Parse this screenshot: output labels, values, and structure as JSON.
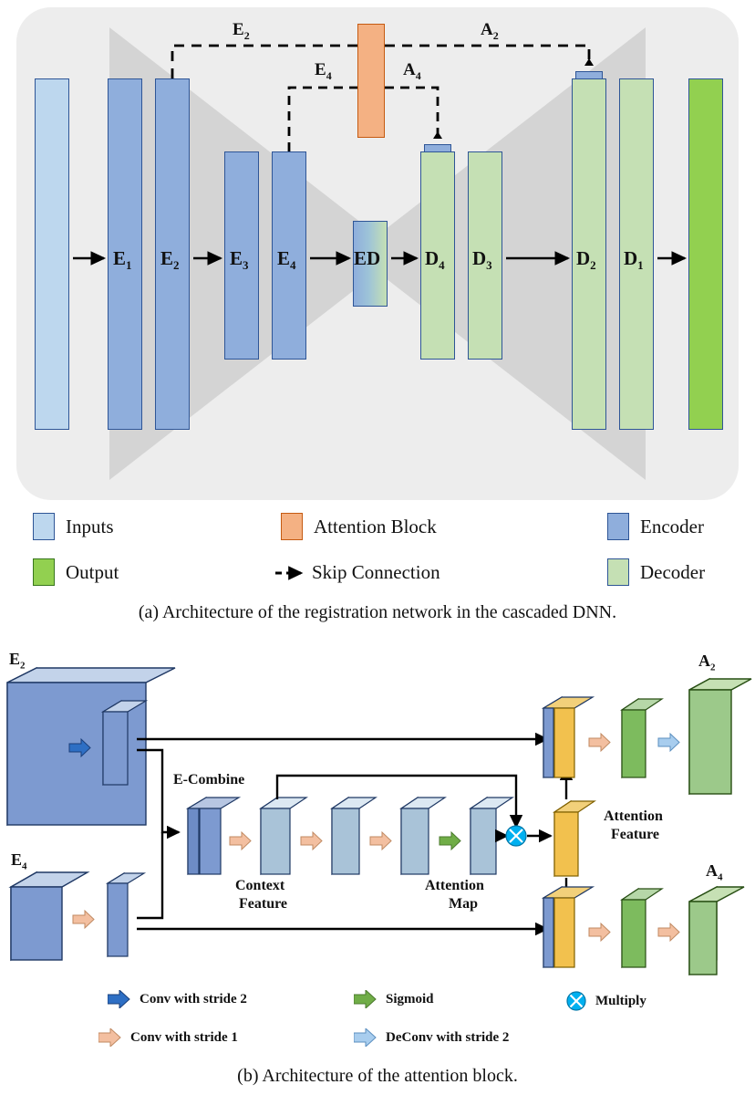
{
  "figure": {
    "panel_a": {
      "caption": "(a) Architecture of the registration network in the cascaded DNN.",
      "blocks": [
        {
          "id": "input",
          "label": "",
          "kind": "Inputs"
        },
        {
          "id": "e1",
          "label": "E",
          "sub": "1",
          "kind": "Encoder"
        },
        {
          "id": "e2",
          "label": "E",
          "sub": "2",
          "kind": "Encoder"
        },
        {
          "id": "e3",
          "label": "E",
          "sub": "3",
          "kind": "Encoder"
        },
        {
          "id": "e4",
          "label": "E",
          "sub": "4",
          "kind": "Encoder"
        },
        {
          "id": "ed",
          "label": "ED",
          "sub": "",
          "kind": "Bottleneck"
        },
        {
          "id": "d4",
          "label": "D",
          "sub": "4",
          "kind": "Decoder"
        },
        {
          "id": "d3",
          "label": "D",
          "sub": "3",
          "kind": "Decoder"
        },
        {
          "id": "d2",
          "label": "D",
          "sub": "2",
          "kind": "Decoder"
        },
        {
          "id": "d1",
          "label": "D",
          "sub": "1",
          "kind": "Decoder"
        },
        {
          "id": "output",
          "label": "",
          "kind": "Output"
        }
      ],
      "attention_block_label": "",
      "skip_labels": [
        {
          "id": "skip-e2",
          "text": "E",
          "sub": "2"
        },
        {
          "id": "skip-a2",
          "text": "A",
          "sub": "2"
        },
        {
          "id": "skip-e4",
          "text": "E",
          "sub": "4"
        },
        {
          "id": "skip-a4",
          "text": "A",
          "sub": "4"
        }
      ],
      "legend": [
        {
          "id": "inputs",
          "label": "Inputs",
          "color": "#bdd7ee",
          "type": "swatch"
        },
        {
          "id": "attention-block",
          "label": "Attention Block",
          "color": "#f4b183",
          "type": "swatch"
        },
        {
          "id": "encoder",
          "label": "Encoder",
          "color": "#8faedc",
          "type": "swatch"
        },
        {
          "id": "output",
          "label": "Output",
          "color": "#92d050",
          "type": "swatch"
        },
        {
          "id": "skip-connection",
          "label": "Skip Connection",
          "color": "#000000",
          "type": "dashed-arrow"
        },
        {
          "id": "decoder",
          "label": "Decoder",
          "color": "#c5e0b4",
          "type": "swatch"
        }
      ]
    },
    "panel_b": {
      "caption": "(b) Architecture of the attention block.",
      "node_labels": [
        {
          "id": "e2-input",
          "text": "E",
          "sub": "2"
        },
        {
          "id": "e4-input",
          "text": "E",
          "sub": "4"
        },
        {
          "id": "a2-output",
          "text": "A",
          "sub": "2"
        },
        {
          "id": "a4-output",
          "text": "A",
          "sub": "4"
        },
        {
          "id": "e-combine",
          "text": "E-Combine",
          "sub": ""
        },
        {
          "id": "context-feature",
          "text": "Context\nFeature",
          "sub": ""
        },
        {
          "id": "attention-map",
          "text": "Attention\nMap",
          "sub": ""
        },
        {
          "id": "attention-feature",
          "text": "Attention\nFeature",
          "sub": ""
        }
      ],
      "text": {
        "e_combine": "E-Combine",
        "context_feature_l1": "Context",
        "context_feature_l2": "Feature",
        "attention_map_l1": "Attention",
        "attention_map_l2": "Map",
        "attention_feature_l1": "Attention",
        "attention_feature_l2": "Feature"
      },
      "legend": [
        {
          "id": "conv-stride-2",
          "label": "Conv with stride 2",
          "color": "#2e6fc4",
          "type": "arrow"
        },
        {
          "id": "sigmoid",
          "label": "Sigmoid",
          "color": "#70ad47",
          "type": "arrow"
        },
        {
          "id": "multiply",
          "label": "Multiply",
          "color": "#00b0f0",
          "type": "circle-x"
        },
        {
          "id": "conv-stride-1",
          "label": "Conv with stride 1",
          "color": "#f3bfa0",
          "type": "arrow"
        },
        {
          "id": "deconv-stride-2",
          "label": "DeConv with stride 2",
          "color": "#a8cdee",
          "type": "arrow"
        }
      ]
    },
    "colors": {
      "inputs": "#bdd7ee",
      "encoder": "#8faedc",
      "decoder": "#c5e0b4",
      "output": "#92d050",
      "attention": "#f4b183",
      "attention_feature": "#f2c14e",
      "board_bg": "#ededed",
      "hourglass": "#d4d4d4",
      "stroke": "#2e5596"
    }
  }
}
